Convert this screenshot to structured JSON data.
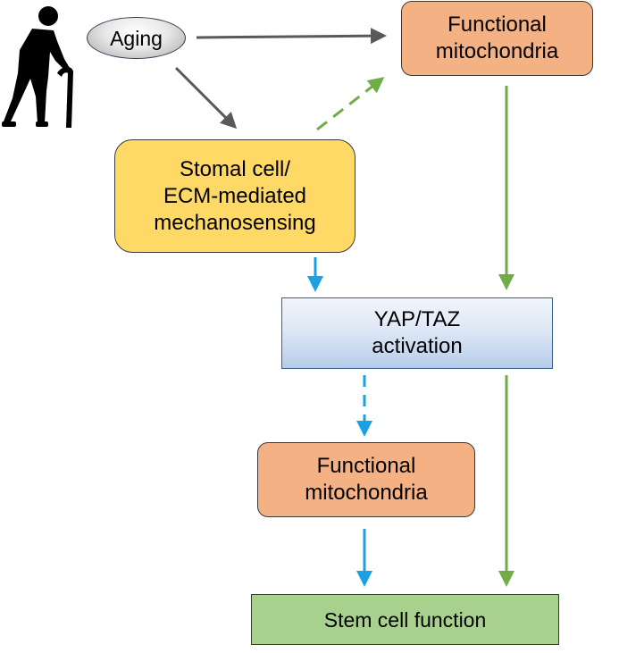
{
  "nodes": {
    "aging": "Aging",
    "functional_mitochondria_top": "Functional\nmitochondria",
    "stromal_mechanosensing": "Stomal cell/\nECM-mediated\nmechanosensing",
    "yap_taz_activation": "YAP/TAZ\nactivation",
    "functional_mitochondria_middle": "Functional\nmitochondria",
    "stem_cell_function": "Stem cell function"
  },
  "icons": {
    "elderly_person": "elderly-person-with-cane-icon"
  },
  "colors": {
    "gray_arrow": "#595959",
    "green_arrow": "#70ad47",
    "blue_arrow": "#1ba1e2",
    "mitochondria_fill": "#f4b183",
    "mechanosensing_fill": "#ffd966",
    "yap_fill": "#dbe6f5",
    "stem_cell_fill": "#a9d18e",
    "aging_fill": "#d0d0d0"
  }
}
